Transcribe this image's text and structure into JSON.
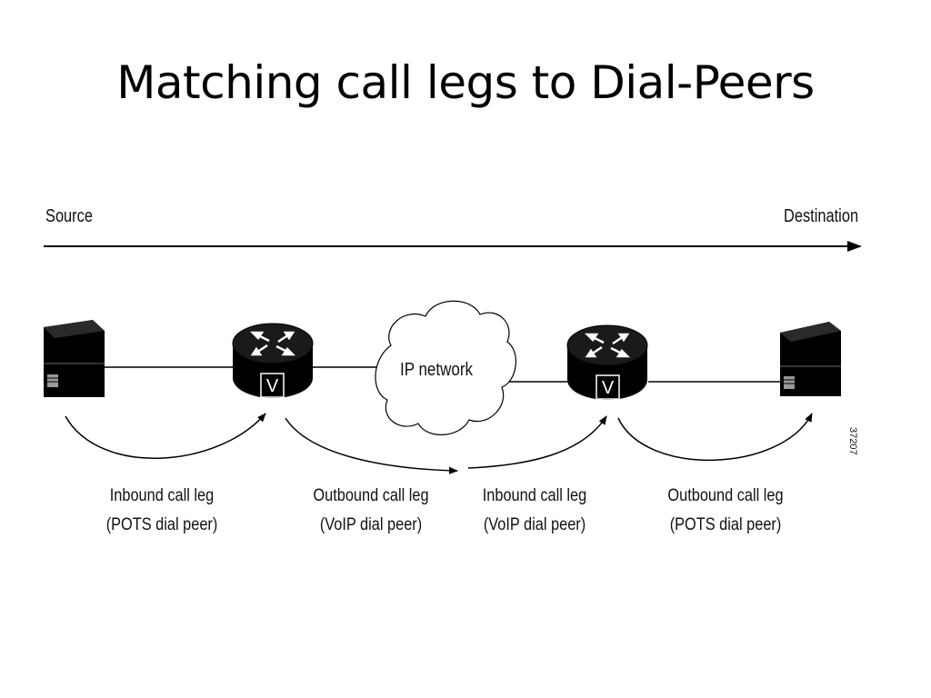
{
  "title": "Matching call legs to Dial-Peers",
  "direction": {
    "source": "Source",
    "destination": "Destination"
  },
  "cloud": {
    "label": "IP network"
  },
  "router_badge": "V",
  "legs": [
    {
      "line1": "Inbound call leg",
      "line2": "(POTS dial peer)"
    },
    {
      "line1": "Outbound call leg",
      "line2": "(VoIP dial peer)"
    },
    {
      "line1": "Inbound call leg",
      "line2": "(VoIP dial peer)"
    },
    {
      "line1": "Outbound call leg",
      "line2": "(POTS dial peer)"
    }
  ],
  "figure_id": "37207"
}
